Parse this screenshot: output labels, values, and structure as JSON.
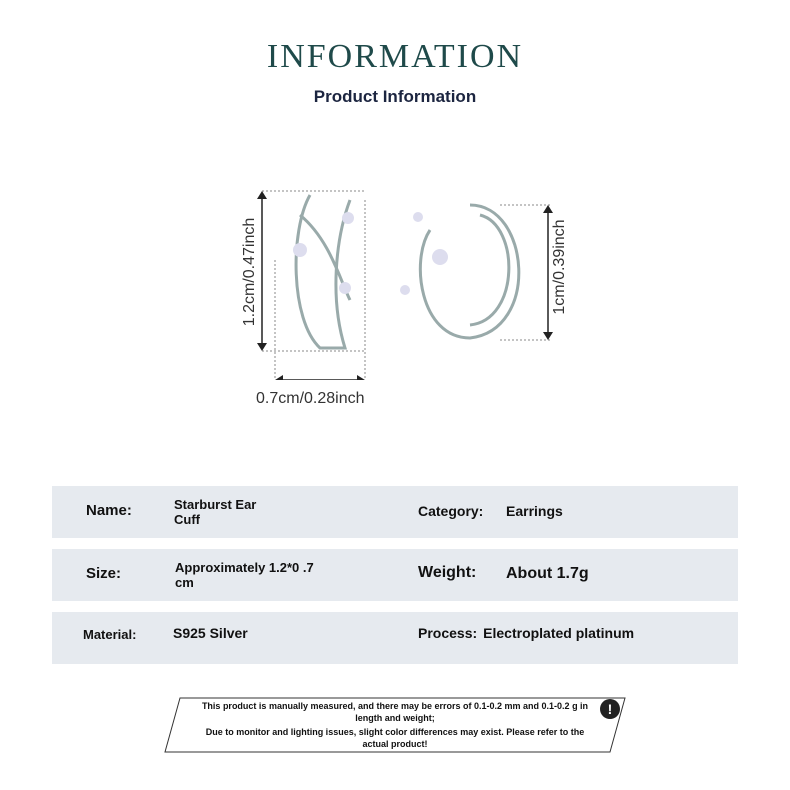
{
  "header": {
    "title": "INFORMATION",
    "subtitle": "Product Information"
  },
  "dimensions": {
    "height_left": "1.2cm/0.47inch",
    "width_bottom": "0.7cm/0.28inch",
    "height_right": "1cm/0.39inch"
  },
  "specs": [
    {
      "label1": "Name:",
      "value1": "Starburst Ear Cuff",
      "label2": "Category:",
      "value2": "Earrings"
    },
    {
      "label1": "Size:",
      "value1": "Approximately 1.2*0 .7 cm",
      "label2": "Weight:",
      "value2": "About 1.7g"
    },
    {
      "label1": "Material:",
      "value1": "S925 Silver",
      "label2": "Process:",
      "value2": "Electroplated platinum"
    }
  ],
  "notice": {
    "line1": "This product is manually measured, and there may be errors of 0.1-0.2 mm and 0.1-0.2 g in length and weight;",
    "line2": "Due to monitor and lighting issues, slight color differences may exist. Please refer to the actual product!",
    "icon": "exclamation-icon"
  }
}
